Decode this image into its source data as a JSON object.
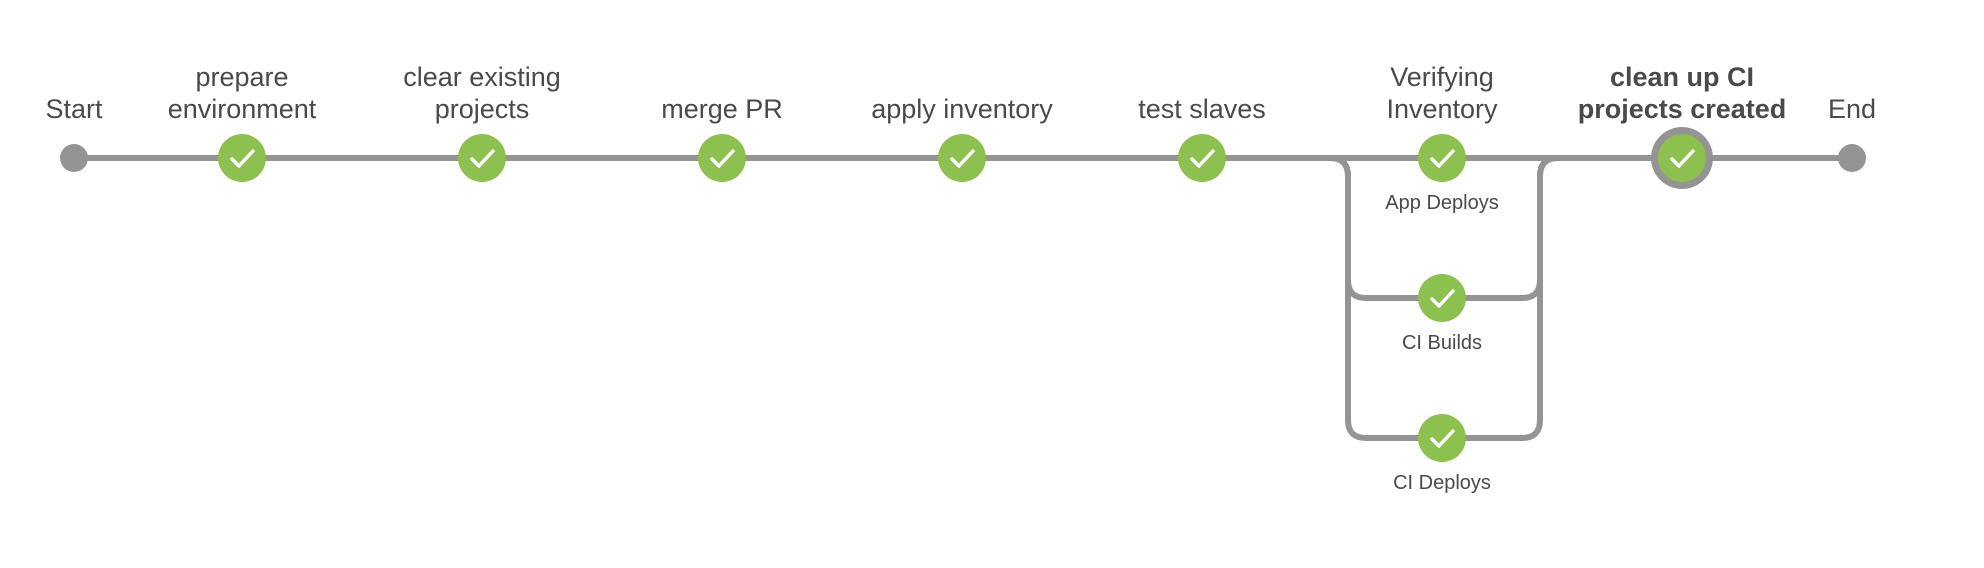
{
  "colors": {
    "track": "#949494",
    "success": "#8cc04f",
    "check": "#ffffff",
    "text": "#4a4a4a",
    "selection_ring": "#949494"
  },
  "pipeline": {
    "start_label": "Start",
    "end_label": "End",
    "selected_stage": "cleanup",
    "stages": [
      {
        "key": "prepare",
        "title": [
          "prepare",
          "environment"
        ],
        "status": "success",
        "icon": "check-icon"
      },
      {
        "key": "clear",
        "title": [
          "clear existing",
          "projects"
        ],
        "status": "success",
        "icon": "check-icon"
      },
      {
        "key": "merge",
        "title": [
          "merge PR"
        ],
        "status": "success",
        "icon": "check-icon"
      },
      {
        "key": "apply",
        "title": [
          "apply inventory"
        ],
        "status": "success",
        "icon": "check-icon"
      },
      {
        "key": "test",
        "title": [
          "test slaves"
        ],
        "status": "success",
        "icon": "check-icon"
      },
      {
        "key": "verify",
        "title": [
          "Verifying",
          "Inventory"
        ],
        "status": "success",
        "icon": "check-icon",
        "branches": [
          {
            "key": "app-deploys",
            "label": "App Deploys",
            "status": "success",
            "icon": "check-icon"
          },
          {
            "key": "ci-builds",
            "label": "CI Builds",
            "status": "success",
            "icon": "check-icon"
          },
          {
            "key": "ci-deploys",
            "label": "CI Deploys",
            "status": "success",
            "icon": "check-icon"
          }
        ]
      },
      {
        "key": "cleanup",
        "title": [
          "clean up CI",
          "projects created"
        ],
        "status": "success",
        "icon": "check-icon"
      }
    ]
  }
}
